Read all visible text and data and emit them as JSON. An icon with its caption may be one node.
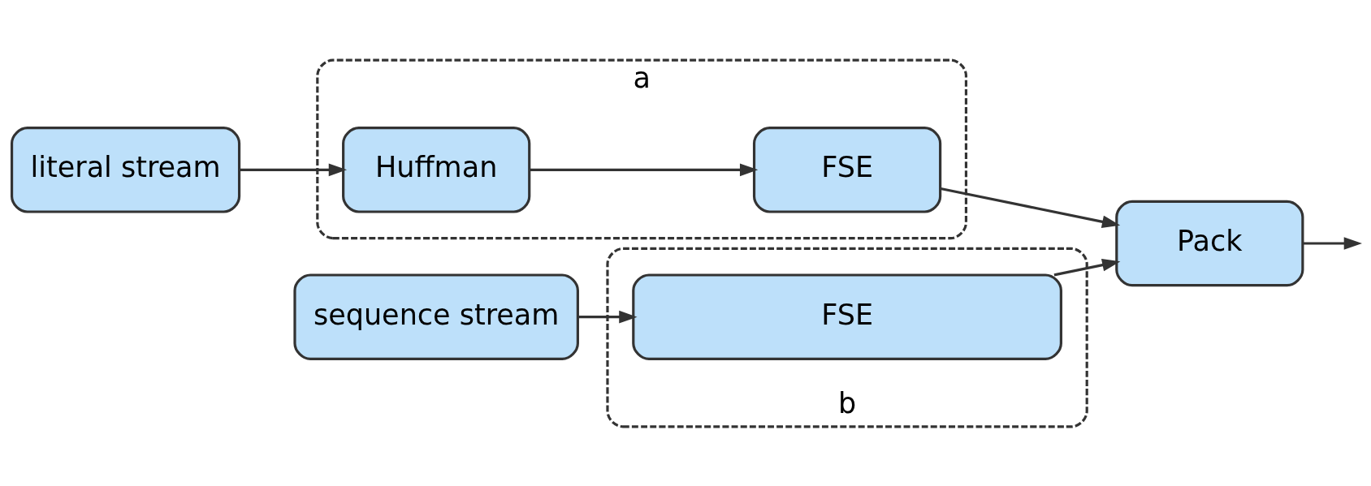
{
  "diagram": {
    "nodes": [
      {
        "text": [
          "literal stream"
        ]
      },
      {
        "text": [
          "a"
        ]
      },
      {
        "text": [
          "Huffman"
        ],
        "in": 1
      },
      {
        "text": [
          "FSE"
        ],
        "in": 1
      },
      {
        "text": [
          "Pack"
        ]
      },
      {
        "text": [
          "sequence stream"
        ]
      },
      {
        "text": [
          "b"
        ]
      },
      {
        "text": [
          "FSE"
        ],
        "in": 6
      }
    ],
    "edges": [
      {
        "from": 0,
        "to": 2,
        "arrow": "to"
      },
      {
        "from": 2,
        "to": 3,
        "arrow": "to"
      },
      {
        "from": 3,
        "to": 4,
        "arrow": "to"
      },
      {
        "from": 5,
        "to": 7,
        "arrow": "to"
      },
      {
        "from": 7,
        "to": 4,
        "arrow": "to"
      },
      {
        "from": 4,
        "to": null,
        "arrow": "to"
      }
    ]
  }
}
